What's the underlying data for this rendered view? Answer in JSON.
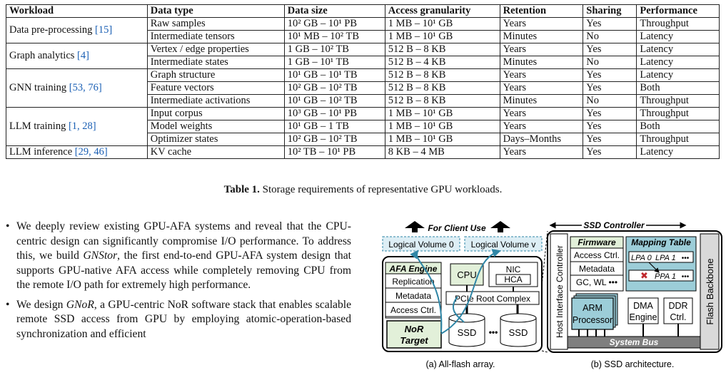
{
  "table": {
    "headers": [
      "Workload",
      "Data type",
      "Data size",
      "Access granularity",
      "Retention",
      "Sharing",
      "Performance"
    ],
    "groups": [
      {
        "workload": "Data pre-processing",
        "cite": "[15]",
        "rows": [
          {
            "type": "Raw samples",
            "size": "10² GB – 10¹ PB",
            "gran": "1 MB – 10¹ GB",
            "ret": "Years",
            "share": "Yes",
            "perf": "Throughput"
          },
          {
            "type": "Intermediate tensors",
            "size": "10¹ MB – 10² TB",
            "gran": "1 MB – 10¹ GB",
            "ret": "Minutes",
            "share": "No",
            "perf": "Latency"
          }
        ]
      },
      {
        "workload": "Graph analytics",
        "cite": "[4]",
        "rows": [
          {
            "type": "Vertex / edge properties",
            "size": "1 GB – 10² TB",
            "gran": "512 B – 8 KB",
            "ret": "Years",
            "share": "Yes",
            "perf": "Latency"
          },
          {
            "type": "Intermediate states",
            "size": "1 GB – 10¹ TB",
            "gran": "512 B – 4 KB",
            "ret": "Minutes",
            "share": "No",
            "perf": "Latency"
          }
        ]
      },
      {
        "workload": "GNN training",
        "cite": "[53, 76]",
        "rows": [
          {
            "type": "Graph structure",
            "size": "10¹ GB – 10¹ TB",
            "gran": "512 B – 8 KB",
            "ret": "Years",
            "share": "Yes",
            "perf": "Latency"
          },
          {
            "type": "Feature vectors",
            "size": "10² GB – 10² TB",
            "gran": "512 B – 8 KB",
            "ret": "Years",
            "share": "Yes",
            "perf": "Both"
          },
          {
            "type": "Intermediate activations",
            "size": "10¹ GB – 10² TB",
            "gran": "512 B – 8 KB",
            "ret": "Minutes",
            "share": "No",
            "perf": "Throughput"
          }
        ]
      },
      {
        "workload": "LLM training",
        "cite": "[1, 28]",
        "rows": [
          {
            "type": "Input corpus",
            "size": "10³ GB – 10¹ PB",
            "gran": "1 MB – 10¹ GB",
            "ret": "Years",
            "share": "Yes",
            "perf": "Throughput"
          },
          {
            "type": "Model weights",
            "size": "10¹ GB – 1 TB",
            "gran": "1 MB – 10¹ GB",
            "ret": "Years",
            "share": "Yes",
            "perf": "Both"
          },
          {
            "type": "Optimizer states",
            "size": "10² GB – 10² TB",
            "gran": "1 MB – 10¹ GB",
            "ret": "Days–Months",
            "share": "Yes",
            "perf": "Throughput"
          }
        ]
      },
      {
        "workload": "LLM inference",
        "cite": "[29, 46]",
        "rows": [
          {
            "type": "KV cache",
            "size": "10² TB – 10¹ PB",
            "gran": "8 KB – 4 MB",
            "ret": "Years",
            "share": "Yes",
            "perf": "Latency"
          }
        ]
      }
    ]
  },
  "caption": {
    "label": "Table 1.",
    "text": "Storage requirements of representative GPU workloads."
  },
  "bullets": [
    {
      "pre": "We deeply review existing GPU-AFA systems and reveal that the CPU-centric design can significantly compromise I/O performance. To address this, we build ",
      "em": "GNStor",
      "post": ", the first end-to-end GPU-AFA system design that supports GPU-native AFA access while completely removing CPU from the remote I/O path for extremely high performance."
    },
    {
      "pre": "We design ",
      "em": "GNoR",
      "post": ", a GPU-centric NoR software stack that enables scalable remote SSD access from GPU by employing atomic-operation-based synchronization and efficient"
    }
  ],
  "figure": {
    "for_client_use": "For Client Use",
    "logical_volume_0": "Logical Volume 0",
    "logical_volume_v": "Logical Volume v",
    "afa_engine": "AFA Engine",
    "replication": "Replication",
    "metadata": "Metadata",
    "access_ctrl": "Access Ctrl.",
    "nor_target_1": "NoR",
    "nor_target_2": "Target",
    "cpu": "CPU",
    "nic": "NIC",
    "hca": "HCA",
    "pcie": "PCIe Root Complex",
    "ssd": "SSD",
    "dots": "•••",
    "caption_a": "(a) All-flash array.",
    "ssd_controller": "SSD Controller",
    "host_interface": "Host Interface Controller",
    "firmware": "Firmware",
    "fw_access": "Access Ctrl.",
    "fw_metadata": "Metadata",
    "fw_gc": "GC, WL  •••",
    "mapping_table": "Mapping Table",
    "lpa0": "LPA 0",
    "lpa1": "LPA 1",
    "ppa1": "PPA 1",
    "arm1": "ARM",
    "arm2": "Processor",
    "dma1": "DMA",
    "dma2": "Engine",
    "ddr1": "DDR",
    "ddr2": "Ctrl.",
    "system_bus": "System Bus",
    "flash_backbone": "Flash Backbone",
    "caption_b": "(b) SSD architecture."
  }
}
